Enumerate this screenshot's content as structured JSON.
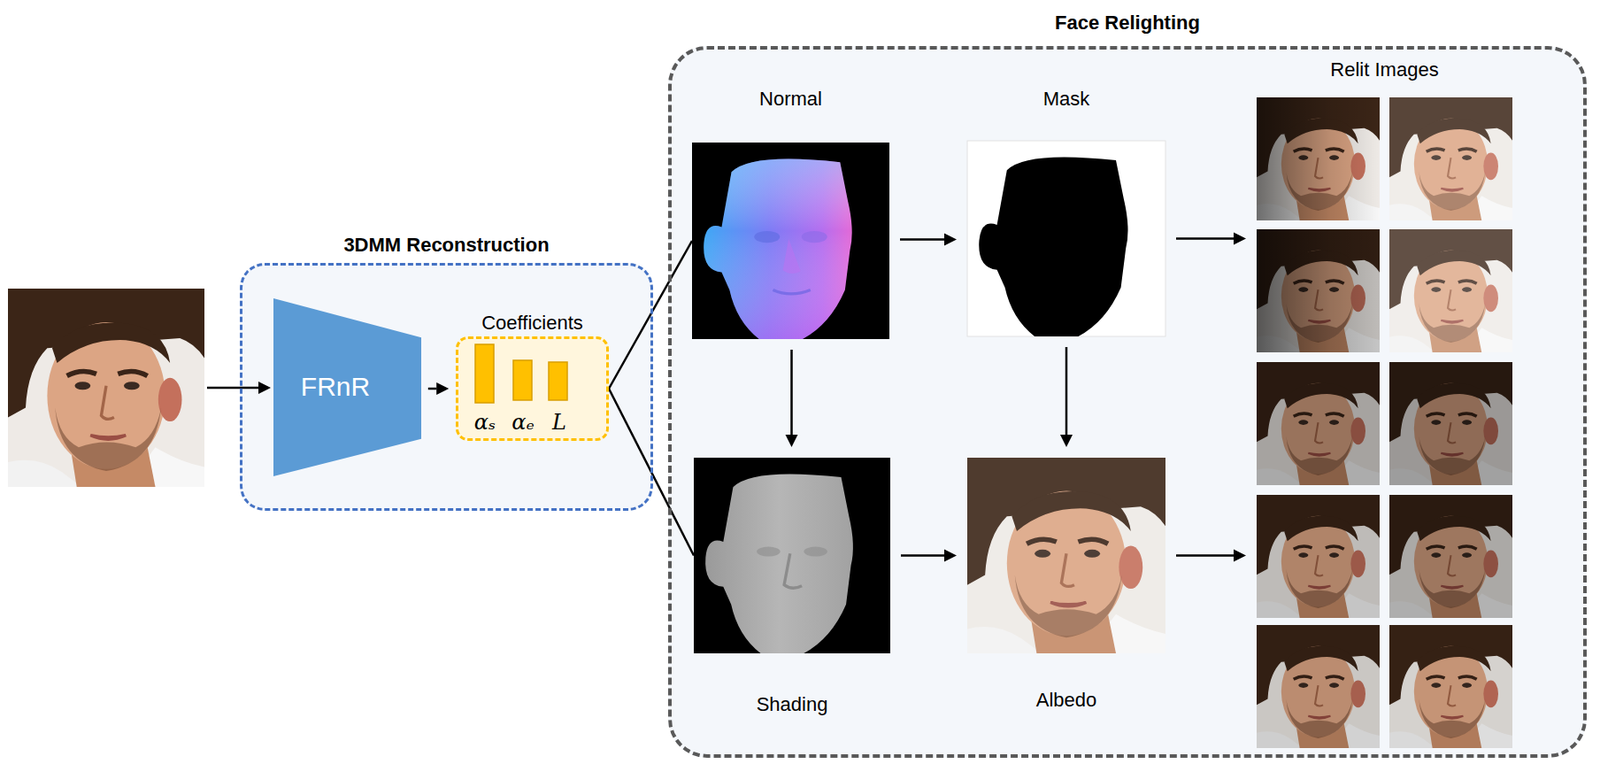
{
  "diagram": {
    "nodes": [
      {
        "text": [
          "3DMM Reconstruction"
        ]
      },
      {
        "text": [
          "FRnR"
        ],
        "in": 0
      },
      {
        "text": [
          "Coefficients",
          "αₛ",
          "αₑ",
          "L"
        ],
        "in": 0
      },
      {
        "text": [
          "Face Relighting"
        ]
      },
      {
        "text": [
          "Normal"
        ],
        "in": 3
      },
      {
        "text": [
          "Mask"
        ],
        "in": 3
      },
      {
        "text": [
          "Shading"
        ],
        "in": 3
      },
      {
        "text": [
          "Albedo"
        ],
        "in": 3
      },
      {
        "text": [
          "Relit Images"
        ],
        "in": 3
      }
    ],
    "edges": [
      {
        "from": 1,
        "to": 2,
        "arrow": "to"
      },
      {
        "from": 2,
        "to": 4,
        "arrow": "none"
      },
      {
        "from": 2,
        "to": 6,
        "arrow": "none"
      },
      {
        "from": 4,
        "to": 5,
        "arrow": "to"
      },
      {
        "from": 4,
        "to": 6,
        "arrow": "to"
      },
      {
        "from": 5,
        "to": 7,
        "arrow": "to"
      },
      {
        "from": 6,
        "to": 7,
        "arrow": "to"
      },
      {
        "from": 5,
        "to": 8,
        "arrow": "to"
      },
      {
        "from": 7,
        "to": 8,
        "arrow": "to"
      }
    ]
  }
}
